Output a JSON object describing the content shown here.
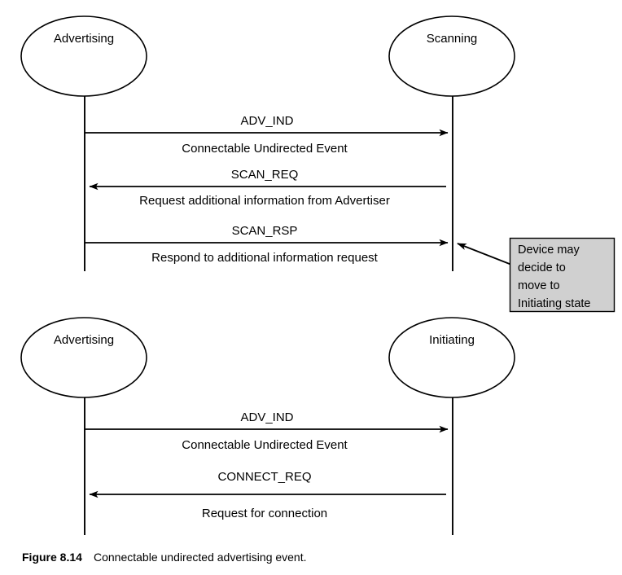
{
  "figure": {
    "caption_label": "Figure 8.14",
    "caption_text": "Connectable undirected advertising event.",
    "background_color": "#ffffff",
    "line_color": "#000000",
    "callout_fill": "#d0d0d0"
  },
  "diagrams": [
    {
      "id": "scanning-sequence",
      "actors": {
        "left": "Advertising",
        "right": "Scanning"
      },
      "messages": [
        {
          "name": "ADV_IND",
          "description": "Connectable Undirected Event",
          "direction": "left-to-right"
        },
        {
          "name": "SCAN_REQ",
          "description": "Request additional information from Advertiser",
          "direction": "right-to-left"
        },
        {
          "name": "SCAN_RSP",
          "description": "Respond to additional information request",
          "direction": "left-to-right"
        }
      ],
      "callout": {
        "lines": [
          "Device may",
          "decide to",
          "move to",
          "Initiating state"
        ]
      }
    },
    {
      "id": "initiating-sequence",
      "actors": {
        "left": "Advertising",
        "right": "Initiating"
      },
      "messages": [
        {
          "name": "ADV_IND",
          "description": "Connectable Undirected Event",
          "direction": "left-to-right"
        },
        {
          "name": "CONNECT_REQ",
          "description": "Request for connection",
          "direction": "right-to-left"
        }
      ]
    }
  ]
}
